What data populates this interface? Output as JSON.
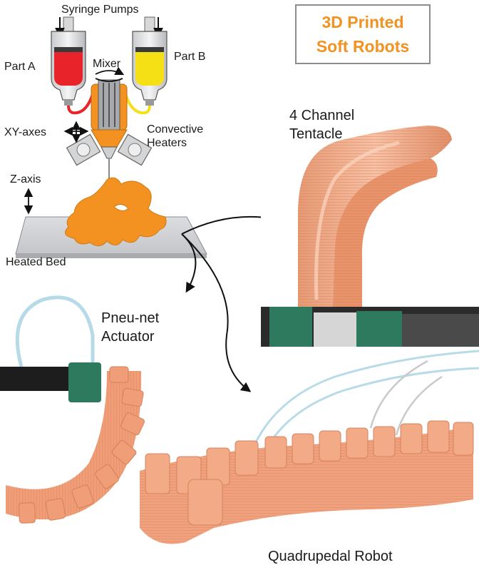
{
  "title": {
    "line1": "3D Printed",
    "line2": "Soft Robots"
  },
  "printer": {
    "syringe_pumps": "Syringe Pumps",
    "part_a": "Part A",
    "part_b": "Part B",
    "mixer": "Mixer",
    "xy_axes": "XY-axes",
    "convective_heaters": "Convective Heaters",
    "z_axis": "Z-axis",
    "heated_bed": "Heated Bed"
  },
  "tentacle": {
    "line1": "4 Channel",
    "line2": "Tentacle"
  },
  "pneunet": {
    "line1": "Pneu-net",
    "line2": "Actuator"
  },
  "quadruped": {
    "label": "Quadrupedal Robot"
  },
  "colors": {
    "accent": "#f39221",
    "part_a": "#e8232a",
    "part_b": "#f5e016",
    "silicone": "#f0a27e",
    "clamp_green": "#2e7a5e"
  }
}
